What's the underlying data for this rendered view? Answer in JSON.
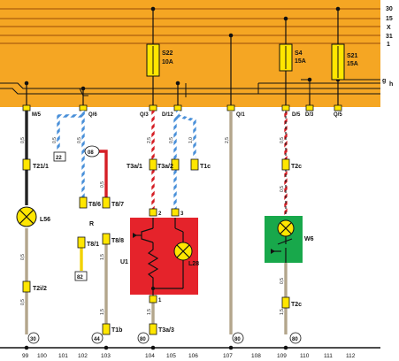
{
  "rails": [
    "30",
    "15",
    "X",
    "31",
    "1"
  ],
  "rail_g": "g",
  "rail_h": "h",
  "fuses": [
    {
      "name": "S22",
      "rating": "10A"
    },
    {
      "name": "S4",
      "rating": "15A"
    },
    {
      "name": "S21",
      "rating": "15A"
    }
  ],
  "ports": [
    "M/5",
    "Q/6",
    "Q/3",
    "D/12",
    "Q/1",
    "D/5",
    "D/3",
    "Q/5"
  ],
  "connectors": {
    "t21_1": "T21/1",
    "t2i_2": "T2i/2",
    "t8_6": "T8/6",
    "t8_7": "T8/7",
    "t8_8": "T8/8",
    "t8_1": "T8/1",
    "t3a_1": "T3a/1",
    "t3a_2": "T3a/2",
    "t1c": "T1c",
    "t3a_3": "T3a/3",
    "t1b": "T1b",
    "t2c_top": "T2c",
    "t2c_bot": "T2c"
  },
  "components": {
    "l56": "L56",
    "l28": "L28",
    "u1": "U1",
    "w6": "W6",
    "r": "R"
  },
  "wire_sizes": {
    "a": "0,5",
    "b": "0,5",
    "c": "0,5",
    "d": "0,5",
    "e": "0,5",
    "f": "2,5",
    "g": "0,5",
    "h": "1,0",
    "i": "2,5",
    "j": "0,5",
    "k": "0,5",
    "l": "0,5",
    "m": "1,5",
    "n": "1,5",
    "o": "0,5",
    "p": "1,5",
    "q": "1,5"
  },
  "pins": {
    "u1_2": "2",
    "u1_3": "3",
    "u1_1": "1"
  },
  "refs": {
    "r22": "22",
    "r82": "82",
    "r08": "08",
    "g30": "30",
    "g44": "44",
    "g80a": "80",
    "g80b": "80",
    "g80c": "80"
  },
  "tracks": [
    "99",
    "100",
    "101",
    "102",
    "103",
    "104",
    "105",
    "106",
    "107",
    "108",
    "109",
    "110",
    "111",
    "112"
  ],
  "colors": {
    "header": "#f5a623",
    "header_line": "#c86f10",
    "wire_main": "#b3a68c",
    "wire_black": "#222222",
    "wire_red": "#d51f26",
    "wire_blue": "#4a90d9",
    "wire_yellow": "#f2d200",
    "module_red": "#e5232b",
    "module_green": "#18a84b",
    "lamp": "#ffe600",
    "connector": "#ffe600"
  }
}
